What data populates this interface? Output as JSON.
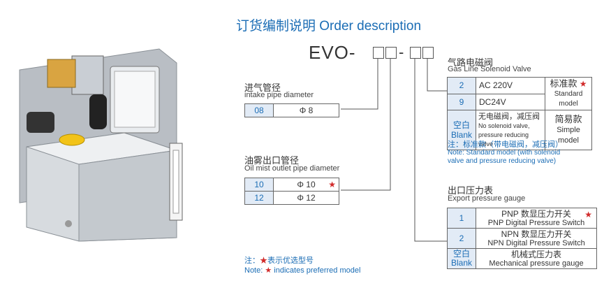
{
  "header": {
    "title": "订货编制说明 Order description"
  },
  "model": {
    "prefix": "EVO-",
    "dash": "-"
  },
  "intake": {
    "label_cn": "进气管径",
    "label_en": "intake pipe diameter",
    "rows": [
      {
        "code": "08",
        "value": "Φ 8"
      }
    ]
  },
  "oil_mist": {
    "label_cn": "油雾出口管径",
    "label_en": "Oil mist outlet pipe diameter",
    "rows": [
      {
        "code": "10",
        "value": "Φ 10",
        "star": "★"
      },
      {
        "code": "12",
        "value": "Φ 12"
      }
    ]
  },
  "solenoid": {
    "label_cn": "气路电磁阀",
    "label_en": "Gas Line Solenoid Valve",
    "rows": [
      {
        "code": "2",
        "value": "AC 220V"
      },
      {
        "code": "9",
        "value": "DC24V"
      },
      {
        "code_cn": "空白",
        "code_en": "Blank",
        "value_cn": "无电磁阀，减压阀",
        "value_en1": "No solenoid valve,",
        "value_en2": "pressure reducing valve"
      }
    ],
    "std_cn": "标准款",
    "std_star": "★",
    "std_en": "Standard model",
    "simple_cn": "简易款",
    "simple_en": "Simple model",
    "note_cn": "注：标准款（带电磁阀，减压阀）",
    "note_en1": "Note: Standard model (with solenoid",
    "note_en2": "valve and pressure reducing valve)"
  },
  "gauge": {
    "label_cn": "出口压力表",
    "label_en": "Export pressure gauge",
    "rows": [
      {
        "code": "1",
        "cn": "PNP 数显压力开关",
        "en": "PNP Digital Pressure Switch",
        "star": "★"
      },
      {
        "code": "2",
        "cn": "NPN 数显压力开关",
        "en": "NPN Digital Pressure Switch"
      },
      {
        "code_cn": "空白",
        "code_en": "Blank",
        "cn": "机械式压力表",
        "en": "Mechanical pressure gauge"
      }
    ]
  },
  "footnote": {
    "cn_prefix": "注：",
    "star": "★",
    "cn_suffix": "表示优选型号",
    "en_prefix": "Note: ",
    "en_suffix": " indicates preferred model"
  },
  "colors": {
    "accent": "#1b6db5",
    "star": "#d12a2a",
    "code_bg": "#e2ebf6"
  }
}
